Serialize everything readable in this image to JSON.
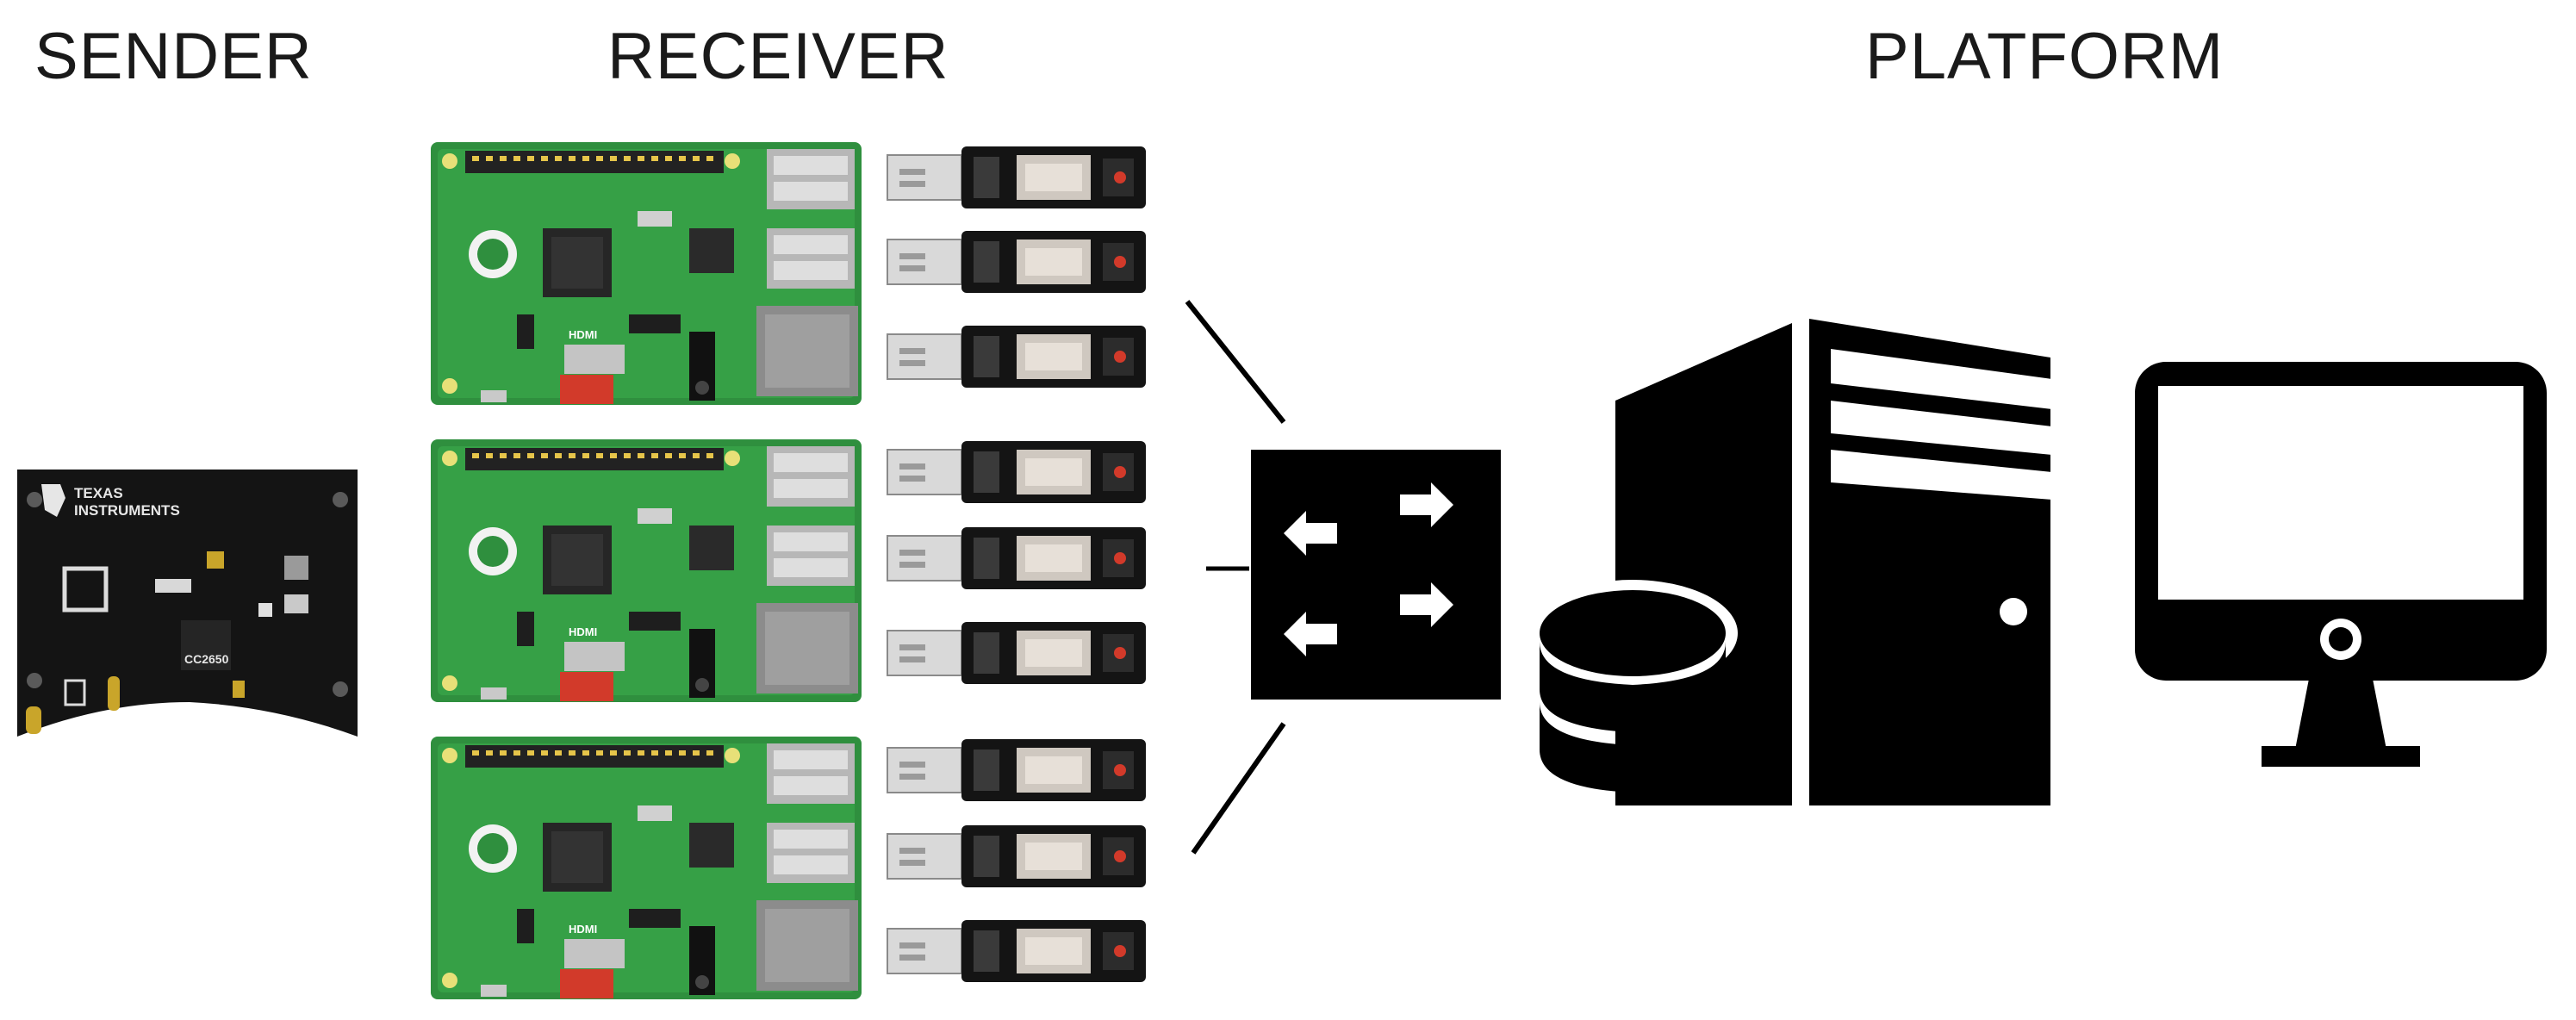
{
  "headings": {
    "sender": "SENDER",
    "receiver": "RECEIVER",
    "platform": "PLATFORM"
  },
  "sender_board": {
    "brand_line1": "TEXAS",
    "brand_line2": "INSTRUMENTS",
    "chip_label": "CC2650",
    "icon": "texas-instruments-logo-icon"
  },
  "receiver": {
    "boards": 3,
    "dongles_per_board": 3,
    "board_icon": "raspberry-pi-board-icon",
    "dongle_icon": "usb-dongle-icon",
    "connector_label": "HDMI"
  },
  "platform": {
    "switch_icon": "network-switch-icon",
    "database_icon": "database-icon",
    "server_icon": "server-tower-icon",
    "monitor_icon": "monitor-icon"
  },
  "colors": {
    "pcb_green": "#2f8f3e",
    "pcb_black": "#141414",
    "icon_black": "#000000",
    "usb_silver": "#d9d9d9",
    "led_red": "#d23a2a"
  }
}
